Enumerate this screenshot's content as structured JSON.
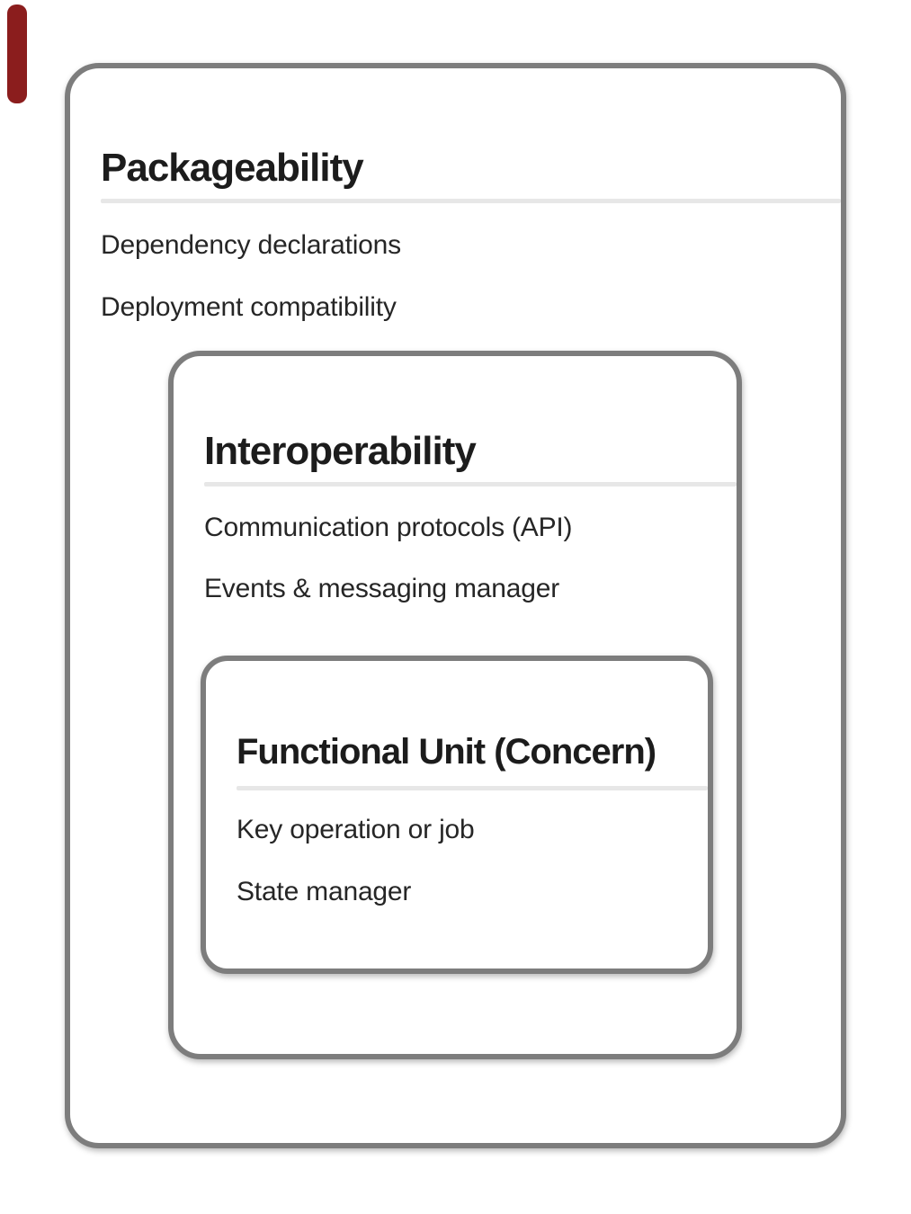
{
  "colors": {
    "border": "#7d7d7d",
    "divider": "#e7e7e7",
    "title_text": "#1c1c1c",
    "body_text": "#262626",
    "background": "#ffffff",
    "marker": "#8b1d1d"
  },
  "diagram": {
    "outer": {
      "title": "Packageability",
      "items": [
        "Dependency declarations",
        "Deployment compatibility"
      ]
    },
    "middle": {
      "title": "Interoperability",
      "items": [
        "Communication protocols (API)",
        "Events & messaging manager"
      ]
    },
    "inner": {
      "title": "Functional Unit (Concern)",
      "items": [
        "Key operation or job",
        "State manager"
      ]
    }
  }
}
